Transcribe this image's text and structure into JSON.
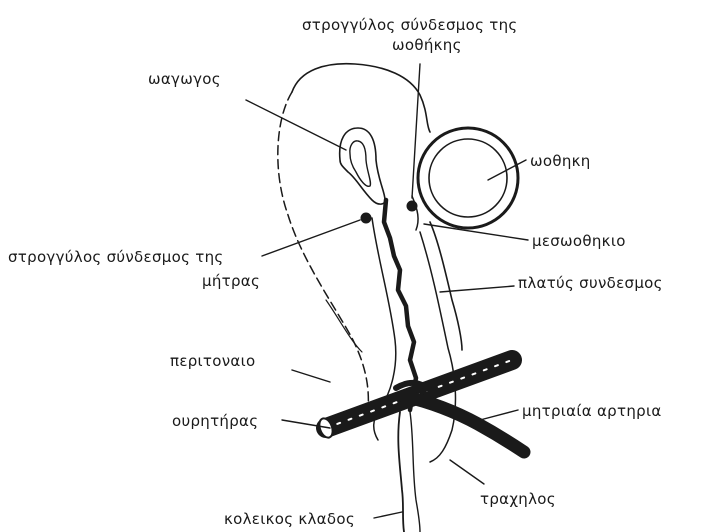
{
  "labels": {
    "round_ligament_ovary_line1": "στρογγύλος σύνδεσμος της",
    "round_ligament_ovary_line2": "ωοθήκης",
    "oviduct": "ωαγωγος",
    "ovary": "ωοθηκη",
    "mesovarium": "μεσωοθηκιο",
    "round_ligament_uterus_line1": "στρογγύλος σύνδεσμος της",
    "round_ligament_uterus_line2": "μήτρας",
    "broad_ligament": "πλατύς συνδεσμος",
    "peritoneum": "περιτοναιο",
    "ureter": "ουρητήρας",
    "uterine_artery": "μητριαία αρτηρια",
    "cervix": "τραχηλος",
    "vaginal_branch": "κολεικος κλαδος"
  },
  "colors": {
    "ink": "#1a1a1a",
    "background": "#ffffff"
  }
}
